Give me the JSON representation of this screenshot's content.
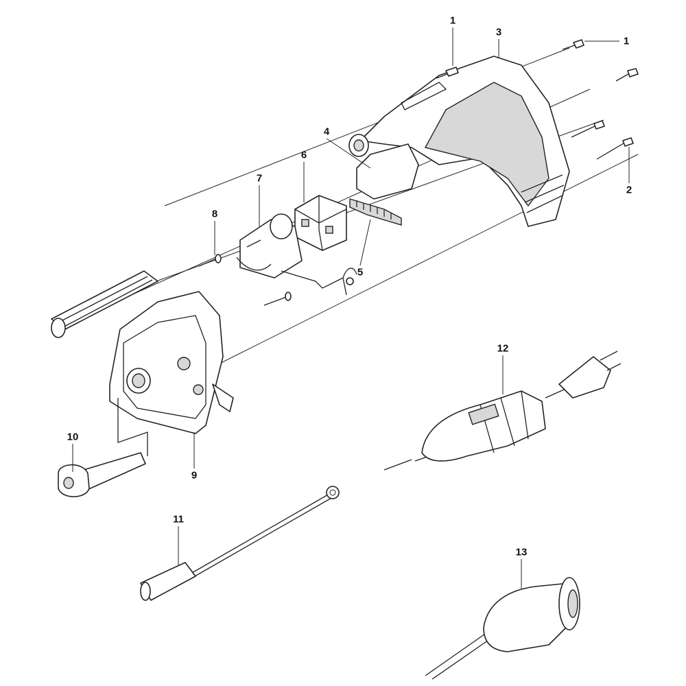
{
  "diagram": {
    "callouts": {
      "c1a": "1",
      "c1b": "1",
      "c2": "2",
      "c3": "3",
      "c4": "4",
      "c5": "5",
      "c6": "6",
      "c7": "7",
      "c8": "8",
      "c9": "9",
      "c10": "10",
      "c11": "11",
      "c12": "12",
      "c13": "13"
    }
  }
}
